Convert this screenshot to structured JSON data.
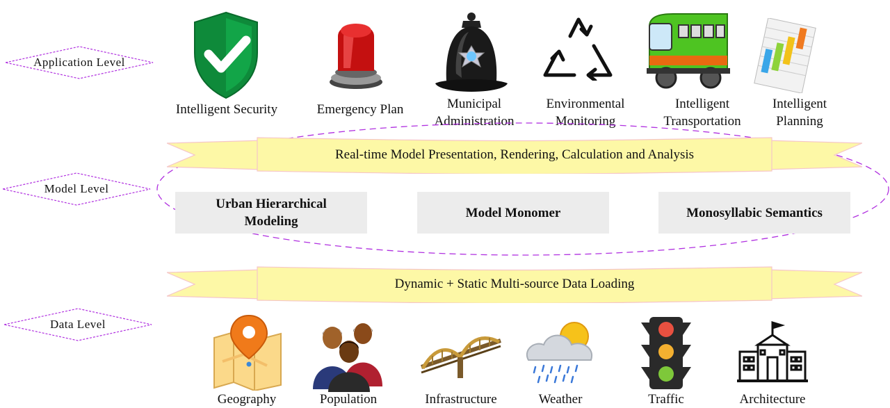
{
  "levels": {
    "application": "Application  Level",
    "model": "Model  Level",
    "data": "Data  Level"
  },
  "applications": [
    {
      "label": "Intelligent Security",
      "icon": "shield-check-icon"
    },
    {
      "label": "Emergency Plan",
      "icon": "siren-icon"
    },
    {
      "label": "Municipal\nAdministration",
      "icon": "police-helmet-icon"
    },
    {
      "label": "Environmental\nMonitoring",
      "icon": "recycle-icon"
    },
    {
      "label": "Intelligent\nTransportation",
      "icon": "train-icon"
    },
    {
      "label": "Intelligent\nPlanning",
      "icon": "gantt-chart-icon"
    }
  ],
  "model_banner": "Real-time Model Presentation, Rendering, Calculation and Analysis",
  "model_components": [
    "Urban Hierarchical\nModeling",
    "Model Monomer",
    "Monosyllabic Semantics"
  ],
  "data_banner": "Dynamic + Static Multi-source Data Loading",
  "data_sources": [
    {
      "label": "Geography",
      "icon": "map-pin-icon"
    },
    {
      "label": "Population",
      "icon": "people-icon"
    },
    {
      "label": "Infrastructure",
      "icon": "bridge-icon"
    },
    {
      "label": "Weather",
      "icon": "weather-icon"
    },
    {
      "label": "Traffic",
      "icon": "traffic-light-icon"
    },
    {
      "label": "Architecture",
      "icon": "building-icon"
    }
  ],
  "colors": {
    "dashed_purple": "#b030e0",
    "banner_fill": "#fdf8a6",
    "banner_edge": "#f5c6c8",
    "box_fill": "#ececec"
  }
}
